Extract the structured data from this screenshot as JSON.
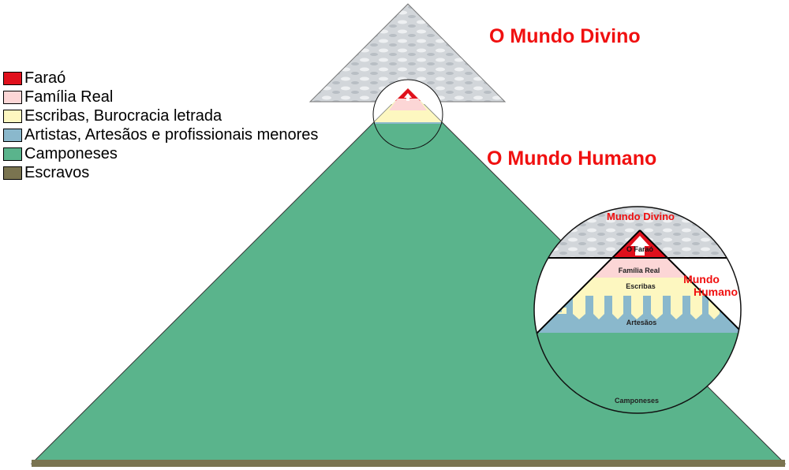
{
  "titles": {
    "divine": "O Mundo Divino",
    "human": "O Mundo Humano"
  },
  "legend": [
    {
      "label": "Faraó",
      "color": "#e0101c"
    },
    {
      "label": "Família Real",
      "color": "#fcd6d6"
    },
    {
      "label": "Escribas, Burocracia letrada",
      "color": "#fdf7c0"
    },
    {
      "label": "Artistas, Artesãos e profissionais menores",
      "color": "#8ab8cc"
    },
    {
      "label": "Camponeses",
      "color": "#5ab48c"
    },
    {
      "label": "Escravos",
      "color": "#7a7450"
    }
  ],
  "detail": {
    "divine": "Mundo Divino",
    "human_1": "Mundo",
    "human_2": "Humano",
    "farao": "O Faraó",
    "familia": "Família Real",
    "escribas": "Escribas",
    "artesaos": "Artesãos",
    "camponeses": "Camponeses"
  }
}
